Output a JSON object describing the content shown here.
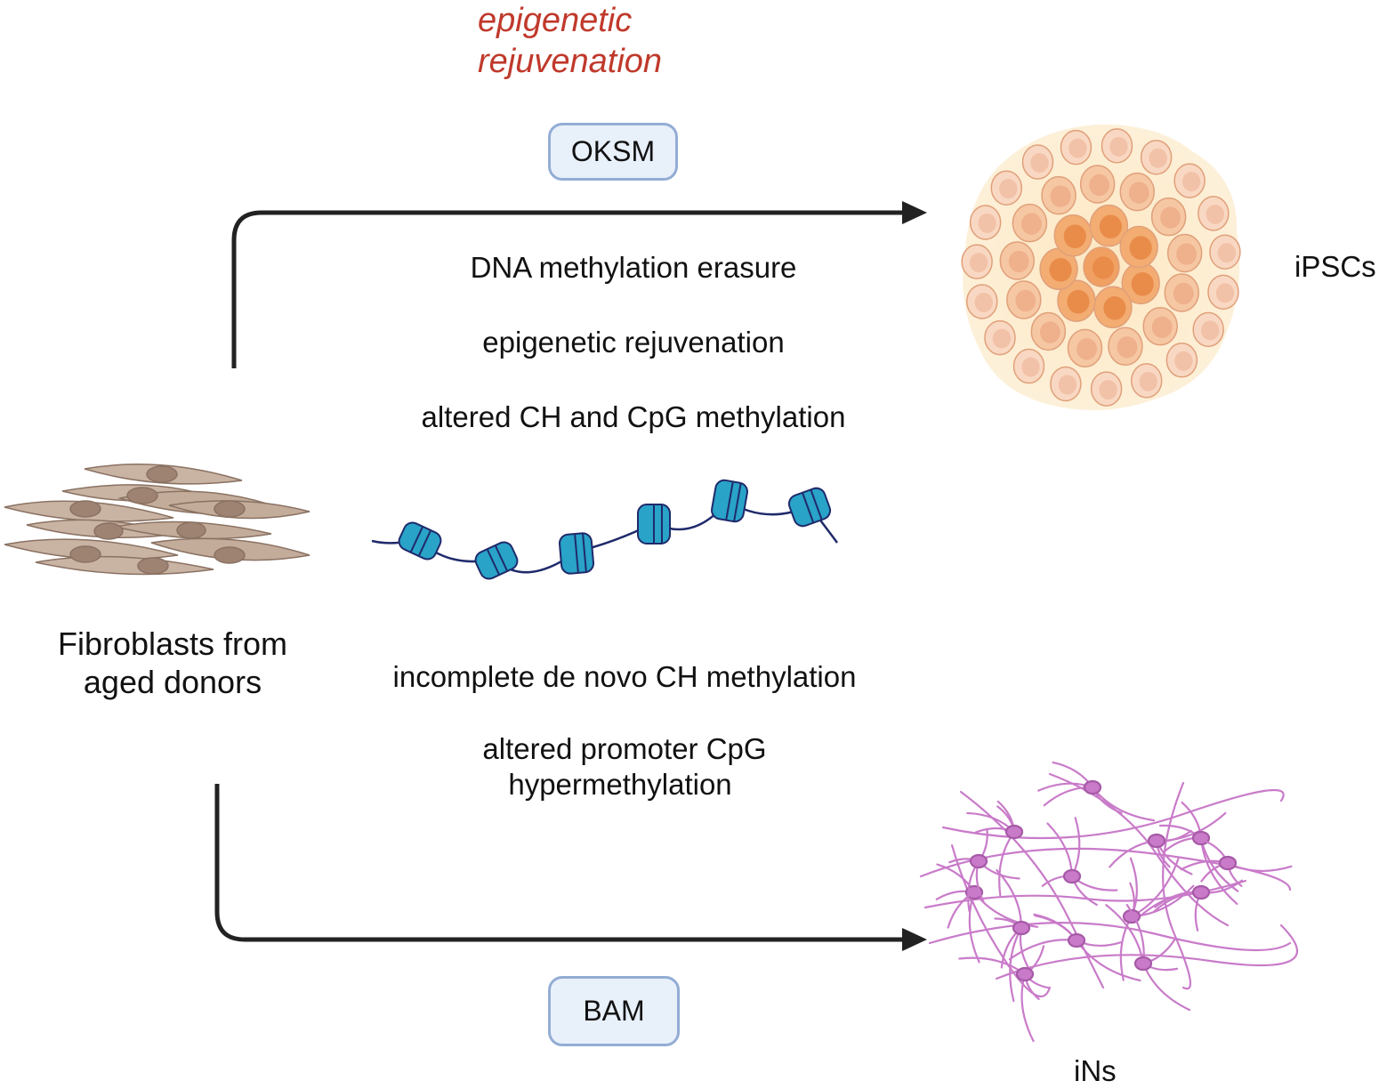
{
  "heading": {
    "line1": "epigenetic",
    "line2": "rejuvenation"
  },
  "top_path": {
    "factor": "OKSM",
    "effects": [
      "DNA methylation erasure",
      "epigenetic rejuvenation",
      "altered CH and CpG methylation"
    ],
    "target": "iPSCs"
  },
  "bottom_path": {
    "factor": "BAM",
    "effects": [
      "incomplete de novo CH methylation",
      "altered promoter CpG",
      "hypermethylation"
    ],
    "target": "iNs"
  },
  "source": {
    "line1": "Fibroblasts from",
    "line2": "aged donors"
  },
  "colors": {
    "heading": "#c0392b",
    "arrow": "#222222",
    "pill_fill": "#e8f0fa",
    "pill_border": "#93add4",
    "fibroblast": "#c9b3a3",
    "nucleosome": "#29a3c8",
    "ipsc": "#f3b98c",
    "neuron": "#c97bc9"
  },
  "icons": [
    "fibroblast-cluster",
    "chromatin-nucleosomes",
    "ipsc-colony",
    "neuron-network"
  ]
}
